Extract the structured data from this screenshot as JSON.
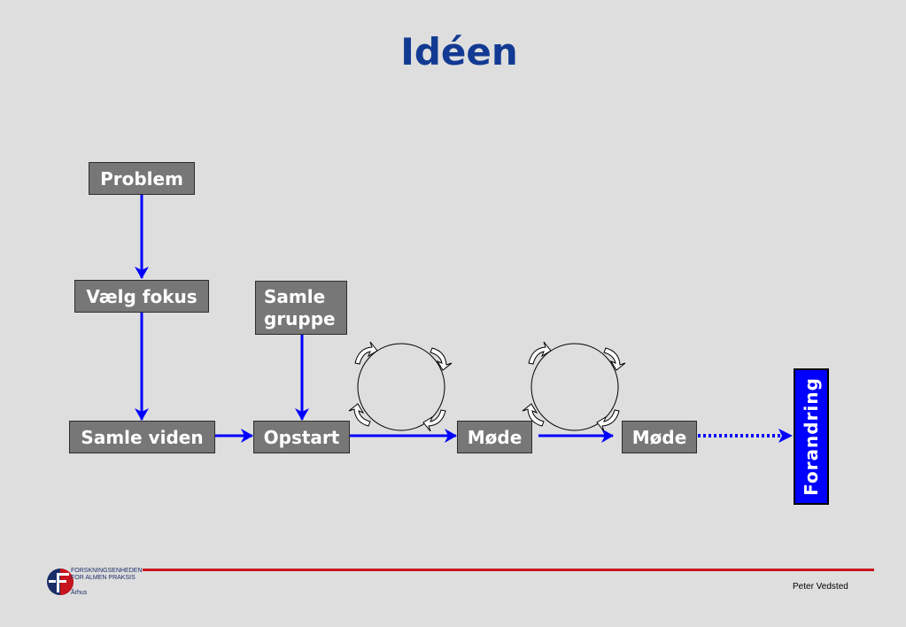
{
  "slide": {
    "title": "Idéen",
    "author": "Peter Vedsted"
  },
  "logo": {
    "line1": "FORSKNINGSENHEDEN",
    "line2": "FOR ALMEN PRAKSIS",
    "line3": "Århus"
  },
  "nodes": {
    "problem": "Problem",
    "vaelg_fokus": "Vælg fokus",
    "samle_viden": "Samle viden",
    "samle_gruppe": "Samle\ngruppe",
    "opstart": "Opstart",
    "mode_1": "Møde",
    "mode_2": "Møde",
    "forandring": "Forandring"
  },
  "colors": {
    "background": "#dedede",
    "title": "#123a93",
    "box": "#777777",
    "arrow": "#0000ff",
    "highlight_box": "#0000ff",
    "footer_line": "#c8141e"
  }
}
